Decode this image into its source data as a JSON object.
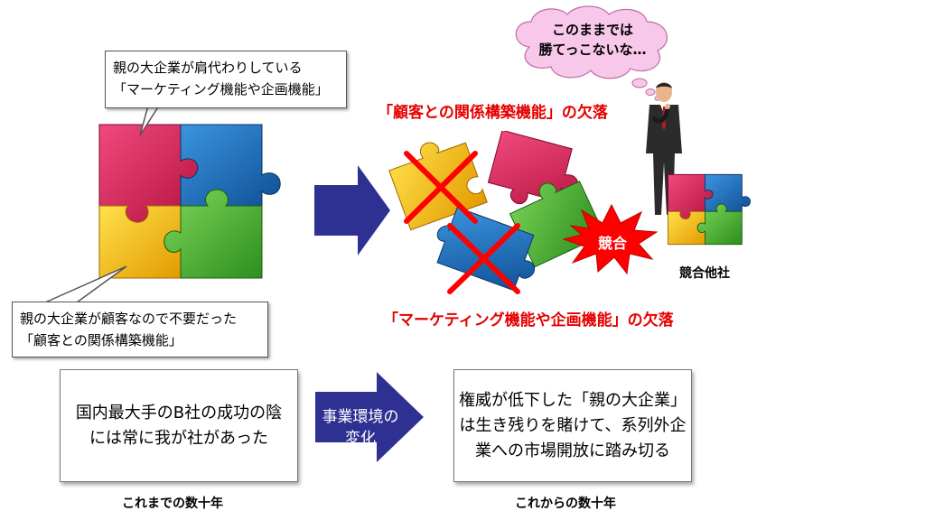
{
  "callout_top": {
    "line1": "親の大企業が肩代わりしている",
    "line2": "「マーケティング機能や企画機能」"
  },
  "callout_bottom": {
    "line1": "親の大企業が顧客なので不要だった",
    "line2": "「顧客との関係構築機能」"
  },
  "thought": {
    "line1": "このままでは",
    "line2": "勝てっこないな…"
  },
  "red_label_top": "「顧客との関係構築機能」の欠落",
  "red_label_bottom": "「マーケティング機能や企画機能」の欠落",
  "burst_label": "競合",
  "competitor_label": "競合他社",
  "box_left": {
    "line1": "国内最大手のB社の成功の陰",
    "line2": "には常に我が社があった"
  },
  "box_right": {
    "line1": "権威が低下した「親の大企業」",
    "line2": "は生き残りを賭けて、系列外企",
    "line3": "業への市場開放に踏み切る"
  },
  "middle_arrow": {
    "line1": "事業環境の",
    "line2": "変化"
  },
  "caption_left": "これまでの数十年",
  "caption_right": "これからの数十年",
  "colors": {
    "red_piece": "#e0245e",
    "blue_piece": "#1e73be",
    "yellow_piece": "#f2c40f",
    "green_piece": "#4fb83a",
    "arrow": "#2e3192",
    "label_red": "#e60000"
  }
}
